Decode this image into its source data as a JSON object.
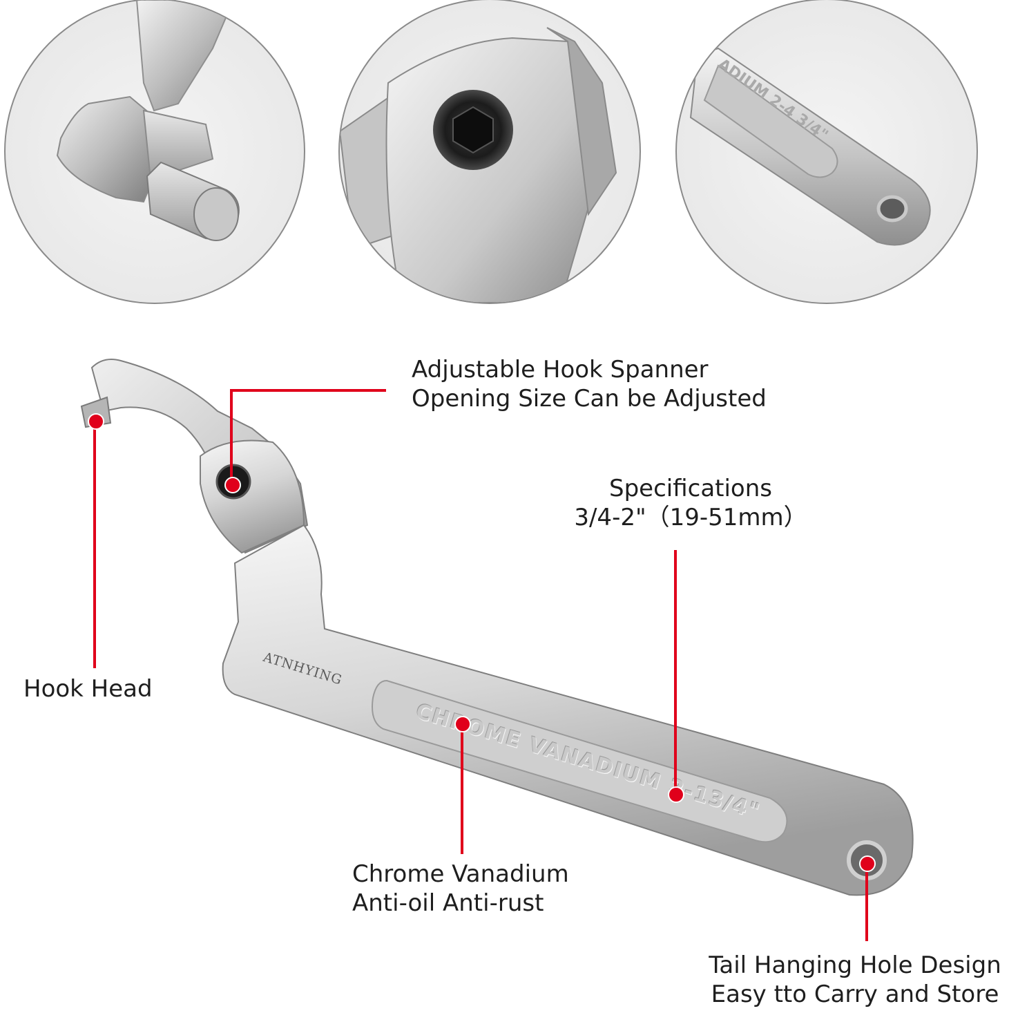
{
  "brand": "ATNHYING",
  "engraving": {
    "main": "CHROME VANADIUM 2-13/4\"",
    "detail": "ADIUM 2-4 3/4\""
  },
  "callouts": {
    "adjustable": {
      "line1": "Adjustable Hook Spanner",
      "line2": "Opening Size Can be Adjusted"
    },
    "specifications": {
      "line1": "Specifications",
      "line2": "3/4-2\"（19-51mm）"
    },
    "hook_head": {
      "line1": "Hook Head"
    },
    "chrome": {
      "line1": "Chrome Vanadium",
      "line2": "Anti-oil Anti-rust"
    },
    "tail": {
      "line1": "Tail Hanging Hole Design",
      "line2": "Easy tto Carry and Store"
    }
  },
  "colors": {
    "accent": "#e0001b",
    "steel": "#d9d9d9",
    "circle_border": "#8a8a8a"
  },
  "detail_views": [
    "hook-pin-closeup",
    "hex-bolt-closeup",
    "tail-hole-closeup"
  ]
}
